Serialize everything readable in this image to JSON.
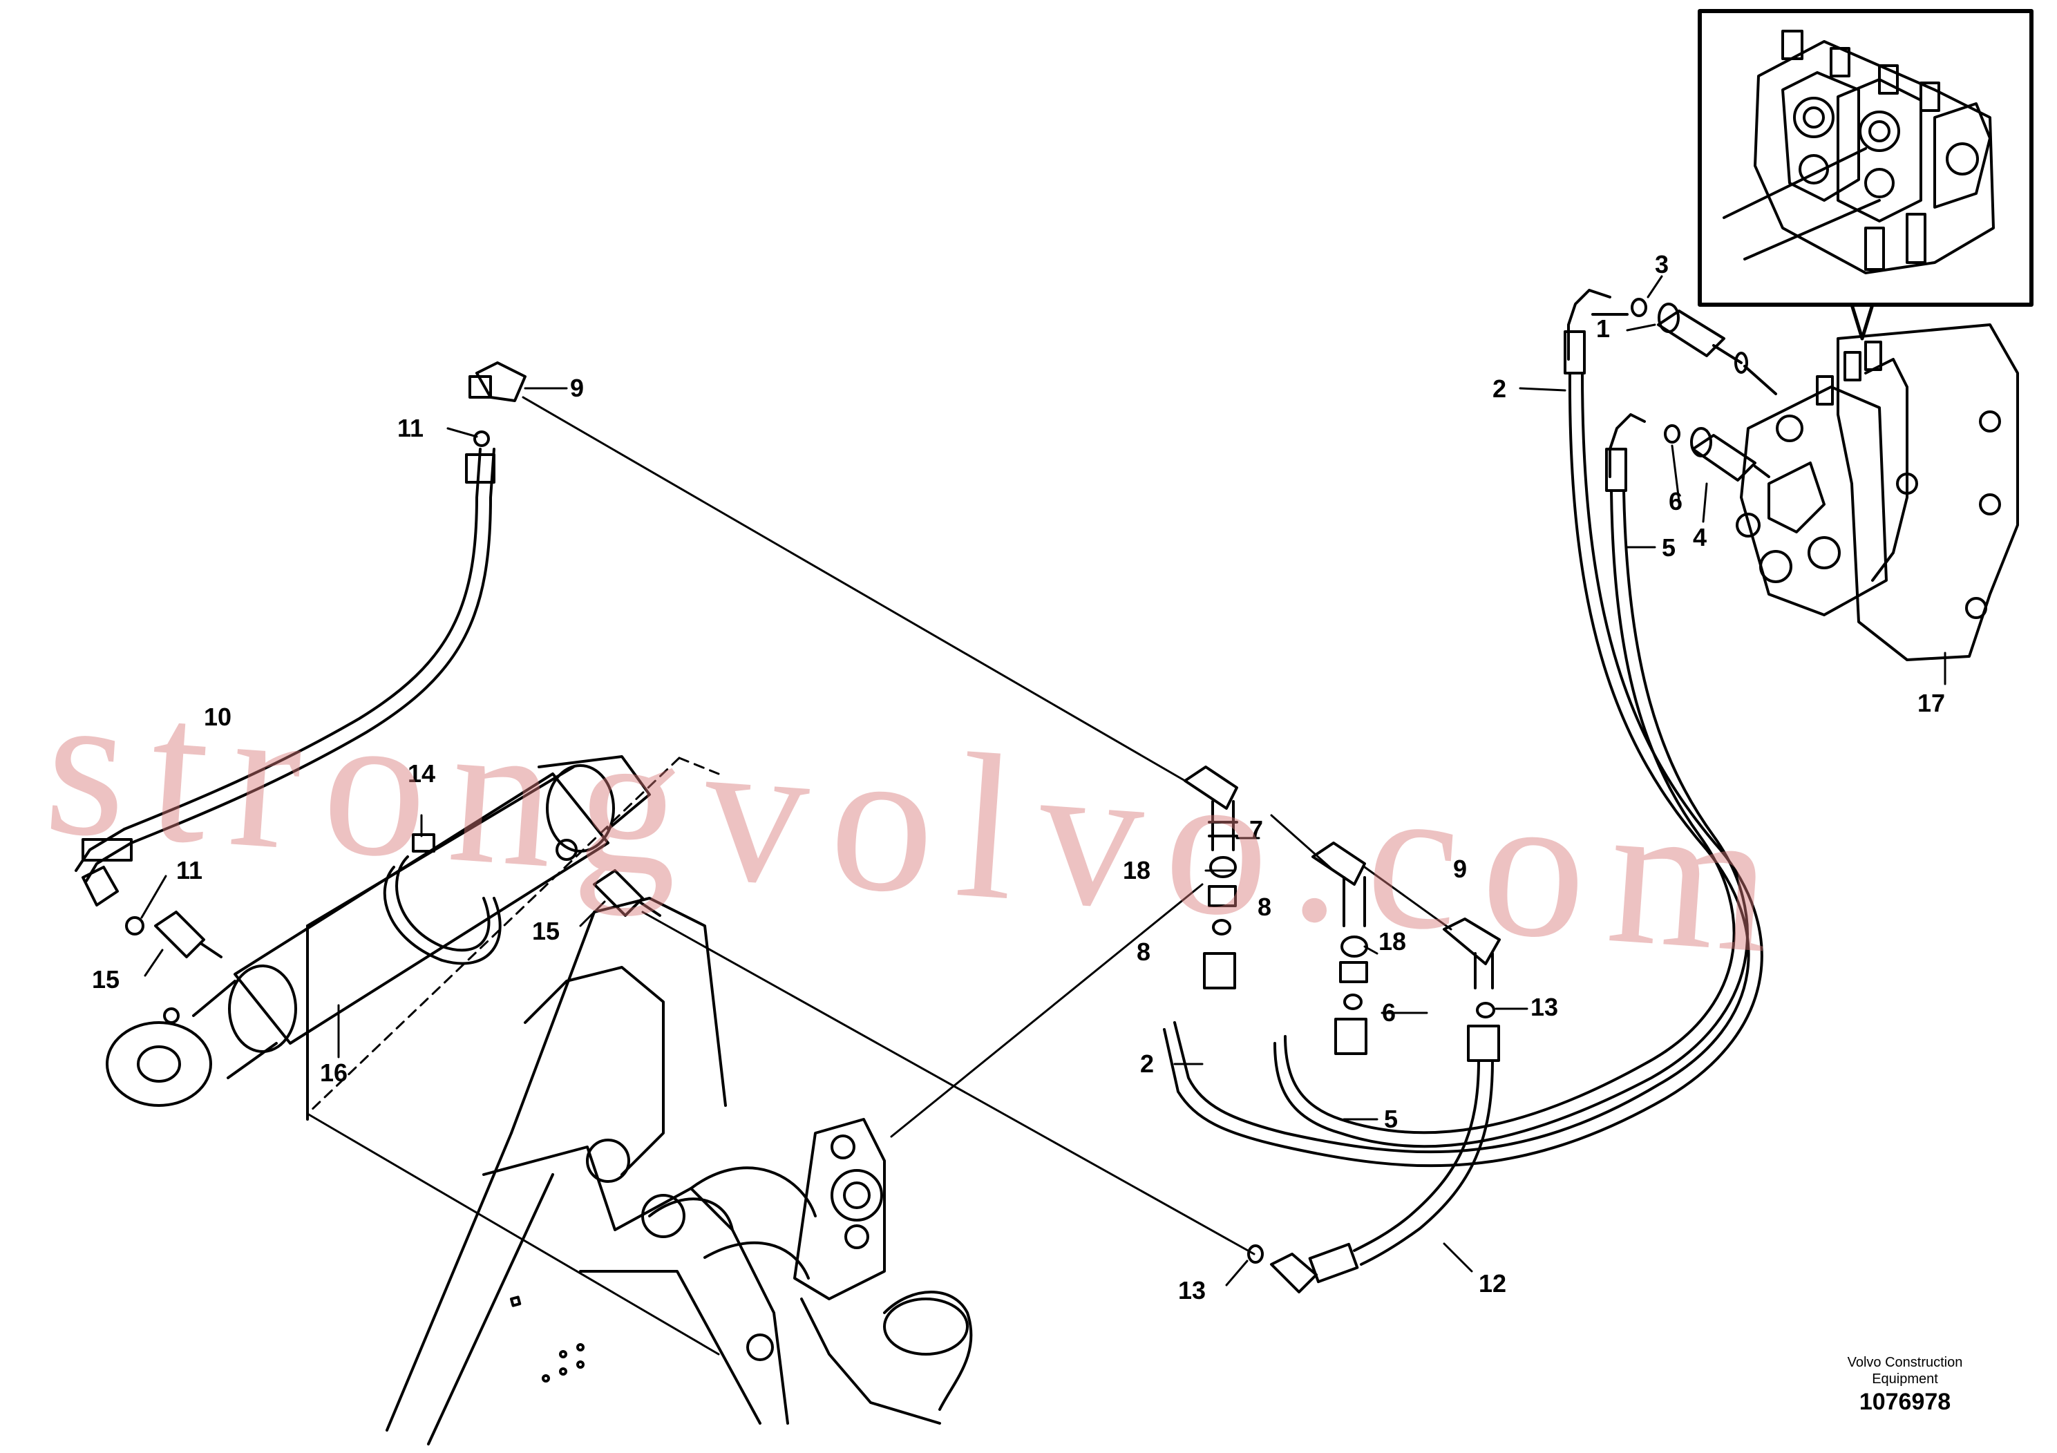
{
  "diagram": {
    "callouts": [
      {
        "id": "c1",
        "text": "1"
      },
      {
        "id": "c2a",
        "text": "2"
      },
      {
        "id": "c2b",
        "text": "2"
      },
      {
        "id": "c3",
        "text": "3"
      },
      {
        "id": "c4",
        "text": "4"
      },
      {
        "id": "c5a",
        "text": "5"
      },
      {
        "id": "c5b",
        "text": "5"
      },
      {
        "id": "c6a",
        "text": "6"
      },
      {
        "id": "c6b",
        "text": "6"
      },
      {
        "id": "c7",
        "text": "7"
      },
      {
        "id": "c8a",
        "text": "8"
      },
      {
        "id": "c8b",
        "text": "8"
      },
      {
        "id": "c9a",
        "text": "9"
      },
      {
        "id": "c9b",
        "text": "9"
      },
      {
        "id": "c10",
        "text": "10"
      },
      {
        "id": "c11a",
        "text": "11"
      },
      {
        "id": "c11b",
        "text": "11"
      },
      {
        "id": "c12",
        "text": "12"
      },
      {
        "id": "c13a",
        "text": "13"
      },
      {
        "id": "c13b",
        "text": "13"
      },
      {
        "id": "c14",
        "text": "14"
      },
      {
        "id": "c15a",
        "text": "15"
      },
      {
        "id": "c15b",
        "text": "15"
      },
      {
        "id": "c16",
        "text": "16"
      },
      {
        "id": "c17",
        "text": "17"
      },
      {
        "id": "c18a",
        "text": "18"
      },
      {
        "id": "c18b",
        "text": "18"
      }
    ]
  },
  "footer": {
    "publisher_line1": "Volvo Construction",
    "publisher_line2": "Equipment",
    "drawing_number": "1076978"
  },
  "watermark": "strongvolvo.com",
  "colors": {
    "line": "#000000",
    "watermark": "#d67878",
    "background": "#ffffff"
  }
}
